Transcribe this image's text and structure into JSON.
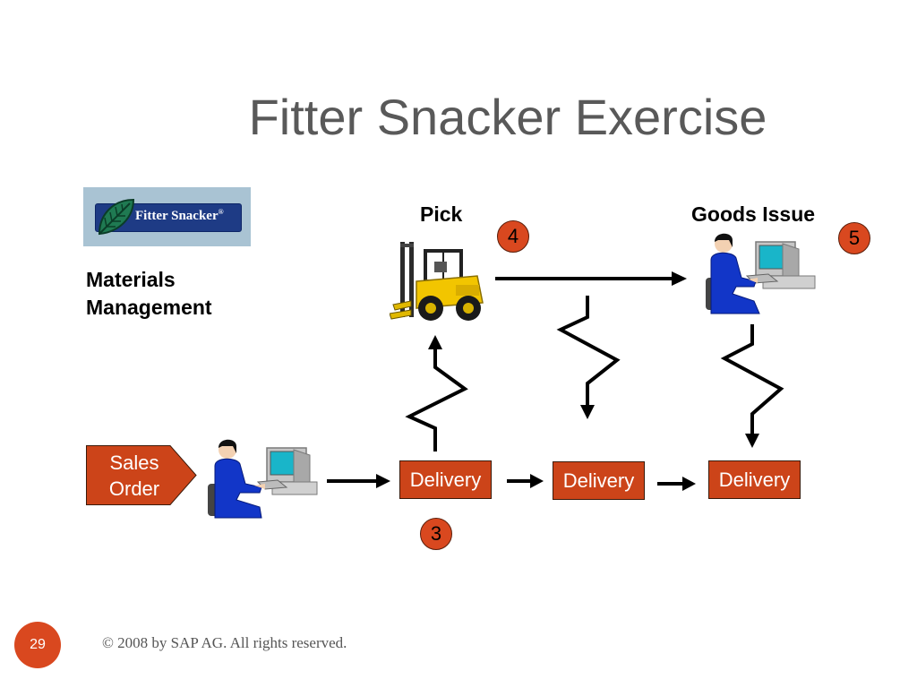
{
  "title": "Fitter Snacker Exercise",
  "logo": {
    "text": "Fitter Snacker",
    "mark": "®"
  },
  "module_label": {
    "line1": "Materials",
    "line2": "Management"
  },
  "steps": {
    "pick": {
      "label": "Pick",
      "number": "4"
    },
    "goods_issue": {
      "label": "Goods Issue",
      "number": "5"
    },
    "delivery_number": "3"
  },
  "sales_order": {
    "line1": "Sales",
    "line2": "Order"
  },
  "documents": [
    "Delivery",
    "Delivery",
    "Delivery"
  ],
  "footer": {
    "page_number": "29",
    "copyright": "© 2008 by SAP AG. All rights reserved."
  },
  "colors": {
    "accent": "#cc4419",
    "title": "#595959",
    "logo_bg": "#a9c3d3",
    "logo_banner": "#1e3b85"
  }
}
